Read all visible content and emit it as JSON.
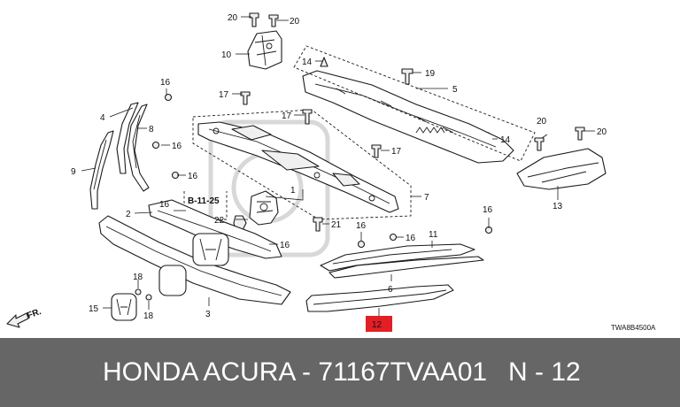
{
  "diagram": {
    "callouts": {
      "c1": "1",
      "c2": "2",
      "c3": "3",
      "c4": "4",
      "c5": "5",
      "c6": "6",
      "c7": "7",
      "c8": "8",
      "c9": "9",
      "c10": "10",
      "c11": "11",
      "c12": "12",
      "c13": "13",
      "c14": "14",
      "c15": "15",
      "c16": "16",
      "c17": "17",
      "c18": "18",
      "c19": "19",
      "c20": "20",
      "c21": "21",
      "c22": "22"
    },
    "reference_label": "B-11-25",
    "direction_label": "FR.",
    "diagram_code": "TWA8B4500A",
    "highlight_color": "#e31e24"
  },
  "footer": {
    "part_number": "HONDA ACURA - 71167TVAA01",
    "position": "N - 12",
    "background": "#666666"
  }
}
